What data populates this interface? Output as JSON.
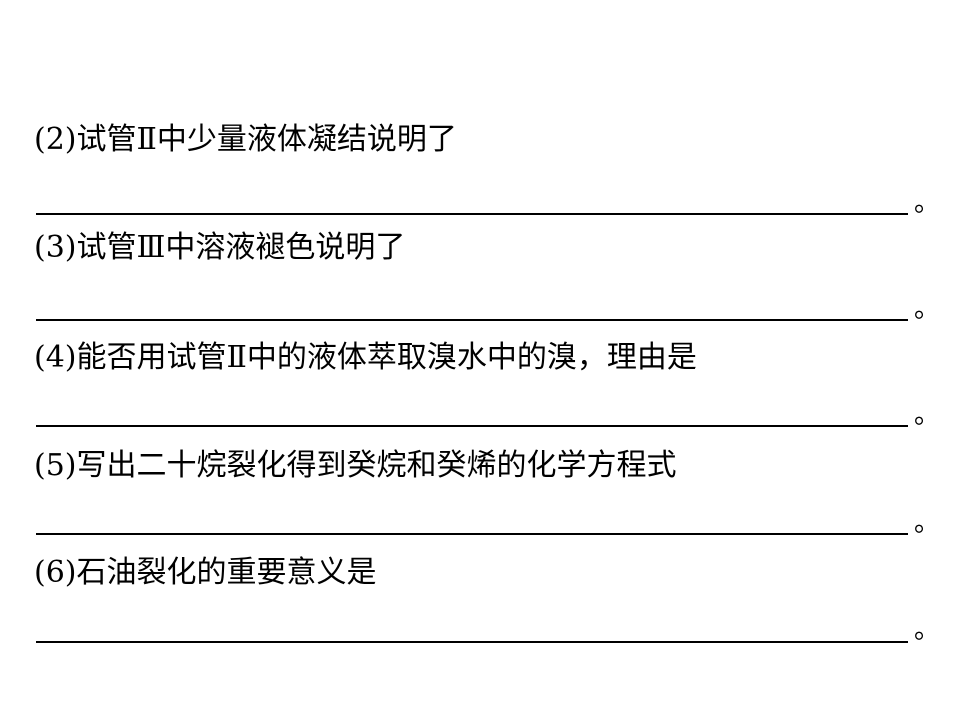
{
  "questions": [
    {
      "text": "(2)试管Ⅱ中少量液体凝结说明了",
      "end_mark": "。"
    },
    {
      "text": "(3)试管Ⅲ中溶液褪色说明了",
      "end_mark": "。"
    },
    {
      "text": "(4)能否用试管Ⅱ中的液体萃取溴水中的溴，理由是",
      "end_mark": "。"
    },
    {
      "text": "(5)写出二十烷裂化得到癸烷和癸烯的化学方程式",
      "end_mark": "。"
    },
    {
      "text": "(6)石油裂化的重要意义是",
      "end_mark": "。"
    }
  ]
}
